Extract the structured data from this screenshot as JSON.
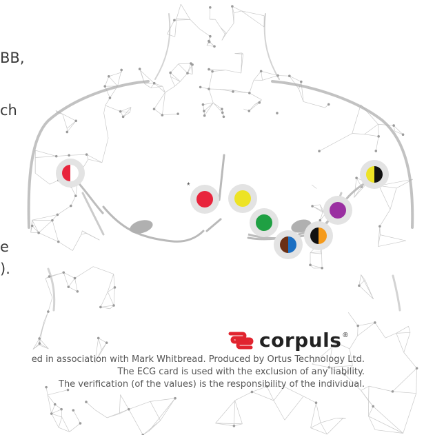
{
  "fragments": {
    "line1": "BB,",
    "line2": "ch",
    "line3": "e",
    "line4": ")."
  },
  "logo": {
    "text": "corpuls",
    "mark": "®"
  },
  "footer": {
    "line1": "ed in association with Mark Whitbread. Produced by Ortus Technology Ltd.",
    "line2": "The ECG card is used with the exclusion of any liability.",
    "line3": "The verification (of the values) is the responsibility of the individual."
  },
  "asterisk": "*",
  "electrodes": [
    {
      "name": "right-arm-electrode",
      "colors": [
        "#e8243c",
        "#ffffff"
      ],
      "split": "vertical"
    },
    {
      "name": "v1-electrode",
      "colors": [
        "#e8243c"
      ],
      "split": "none"
    },
    {
      "name": "v2-electrode",
      "colors": [
        "#ede325"
      ],
      "split": "none"
    },
    {
      "name": "v3-electrode",
      "colors": [
        "#1fa043"
      ],
      "split": "none"
    },
    {
      "name": "v4-electrode",
      "colors": [
        "#6b2f14",
        "#1c6fc2"
      ],
      "split": "vertical"
    },
    {
      "name": "v5-electrode",
      "colors": [
        "#111111",
        "#f59a1b"
      ],
      "split": "vertical"
    },
    {
      "name": "v6-electrode",
      "colors": [
        "#9a2fa1"
      ],
      "split": "none"
    },
    {
      "name": "left-arm-electrode",
      "colors": [
        "#ede325",
        "#111111"
      ],
      "split": "vertical"
    }
  ]
}
